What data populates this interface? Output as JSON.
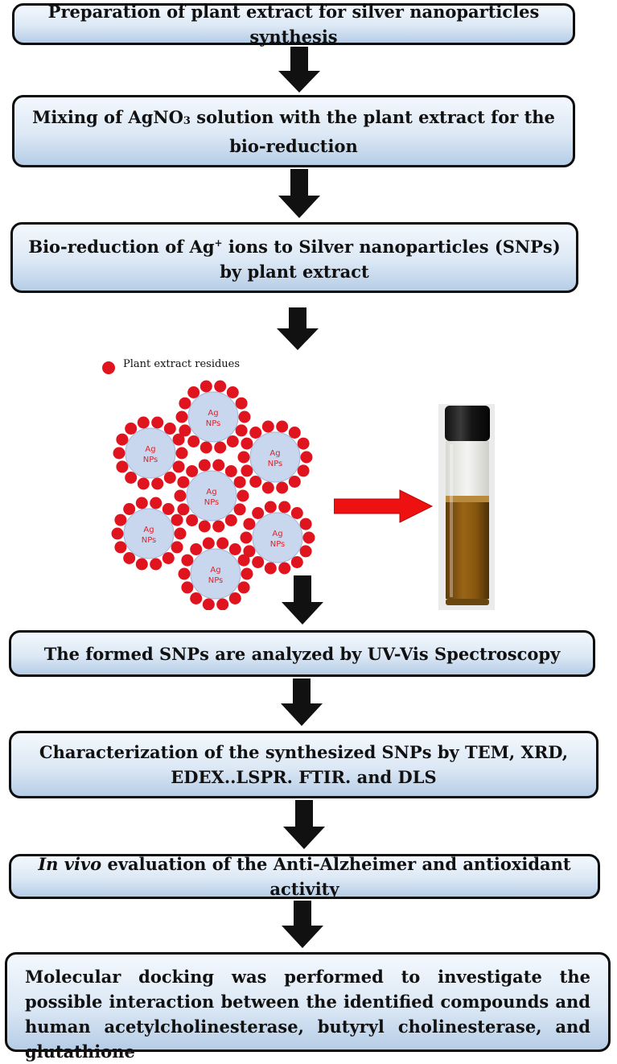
{
  "steps": {
    "s1": "Preparation of plant extract for silver nanoparticles synthesis",
    "s2_a": "Mixing of AgNO",
    "s2_sub": "3",
    "s2_b": " solution with the plant extract for the bio-reduction",
    "s3_a": "Bio-reduction of Ag",
    "s3_sup": "+",
    "s3_b": " ions to Silver nanoparticles (SNPs) by plant extract",
    "s4": "The formed SNPs are analyzed by UV-Vis Spectroscopy",
    "s5": "Characterization of the synthesized SNPs by TEM, XRD, EDEX..LSPR. FTIR. and DLS",
    "s6_it": "In vivo",
    "s6_b": " evaluation of the Anti-Alzheimer and antioxidant activity",
    "s7": "Molecular docking was performed to investigate the possible interaction between the identified compounds and human acetylcholinesterase, butyryl cholinesterase, and glutathione"
  },
  "illustration": {
    "legend_label": "Plant extract residues",
    "np_label_line1": "Ag",
    "np_label_line2": "NPs",
    "colors": {
      "residue": "#e0141e",
      "np_fill": "#c9d7ee",
      "np_label": "#d8242a",
      "arrow_red": "#ee1111",
      "flow_arrow": "#111111"
    }
  }
}
